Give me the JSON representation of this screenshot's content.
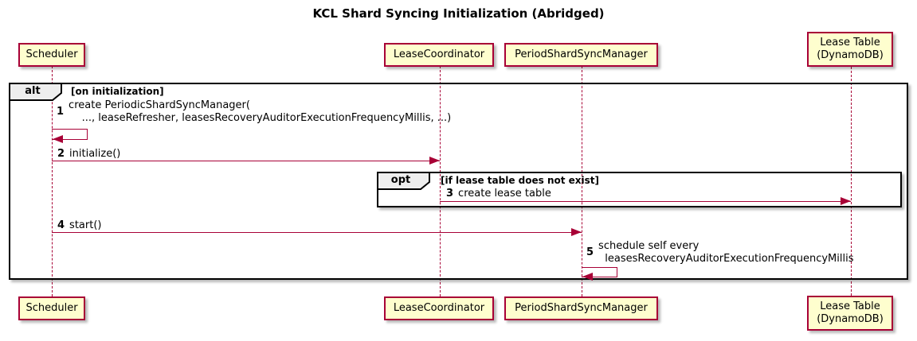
{
  "title": "KCL Shard Syncing Initialization (Abridged)",
  "colors": {
    "participant_fill": "#FEFECE",
    "participant_border": "#A80036",
    "arrow": "#A80036",
    "frame_border": "#000000",
    "frame_header_fill": "#EEEEEE"
  },
  "participants": [
    {
      "label": "Scheduler"
    },
    {
      "label": "LeaseCoordinator"
    },
    {
      "label": "PeriodShardSyncManager"
    },
    {
      "label": "Lease Table\n(DynamoDB)"
    }
  ],
  "frames": {
    "alt": {
      "keyword": "alt",
      "condition": "[on initialization]"
    },
    "opt": {
      "keyword": "opt",
      "condition": "[if lease table does not exist]"
    }
  },
  "messages": [
    {
      "num": "1",
      "kind": "self",
      "from": "Scheduler",
      "to": "Scheduler",
      "text": "create PeriodicShardSyncManager(\n    ..., leaseRefresher, leasesRecoveryAuditorExecutionFrequencyMillis, ...)"
    },
    {
      "num": "2",
      "kind": "solid",
      "from": "Scheduler",
      "to": "LeaseCoordinator",
      "text": "initialize()"
    },
    {
      "num": "3",
      "kind": "solid",
      "from": "LeaseCoordinator",
      "to": "Lease Table (DynamoDB)",
      "text": "create lease table"
    },
    {
      "num": "4",
      "kind": "solid",
      "from": "Scheduler",
      "to": "PeriodShardSyncManager",
      "text": "start()"
    },
    {
      "num": "5",
      "kind": "self",
      "from": "PeriodShardSyncManager",
      "to": "PeriodShardSyncManager",
      "text": "schedule self every\n  leasesRecoveryAuditorExecutionFrequencyMillis"
    }
  ]
}
